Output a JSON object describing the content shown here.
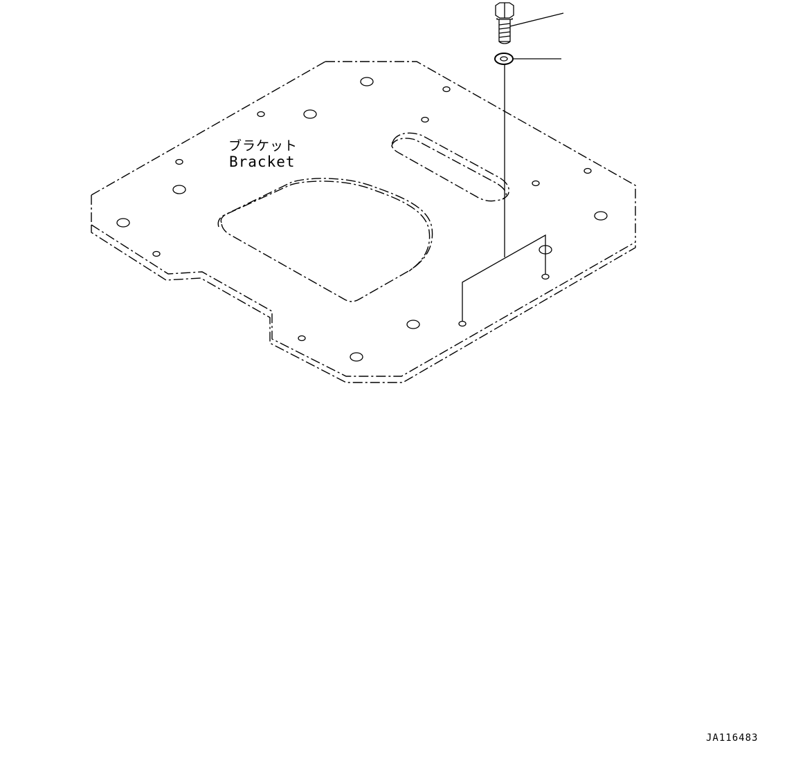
{
  "labels": {
    "part_name_jp": "ブラケット",
    "part_name_en": "Bracket"
  },
  "drawing_id": "JA116483",
  "icons": {
    "bolt": "hex-bolt-icon",
    "washer": "washer-icon"
  },
  "colors": {
    "line": "#000000",
    "background": "#ffffff"
  }
}
